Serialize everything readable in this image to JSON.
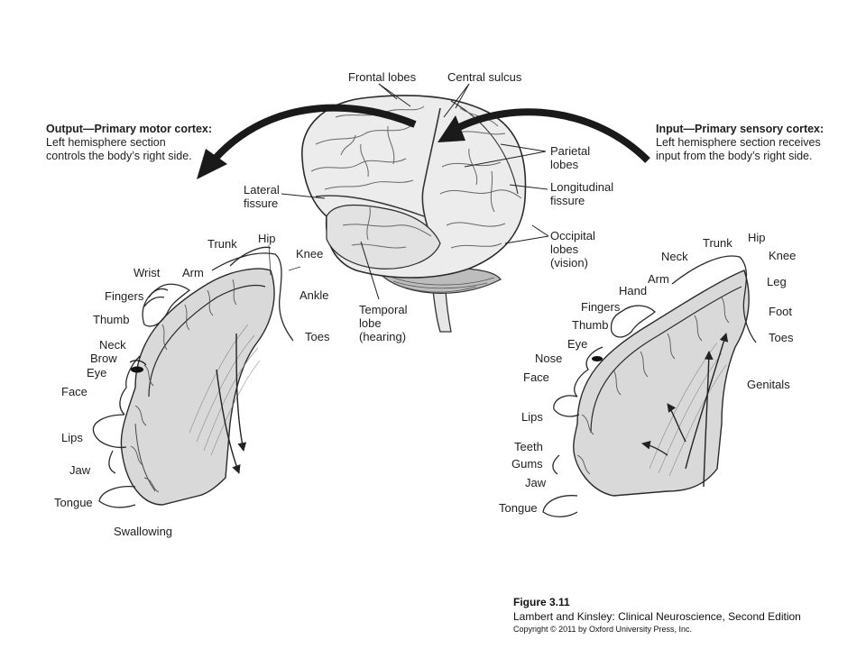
{
  "brain_labels": {
    "frontal_lobes": "Frontal lobes",
    "central_sulcus": "Central sulcus",
    "parietal_lobes": [
      "Parietal",
      "lobes"
    ],
    "longitudinal_fissure": [
      "Longitudinal",
      "fissure"
    ],
    "occipital_lobes": [
      "Occipital",
      "lobes",
      "(vision)"
    ],
    "lateral_fissure": [
      "Lateral",
      "fissure"
    ],
    "temporal_lobe": [
      "Temporal",
      "lobe",
      "(hearing)"
    ]
  },
  "output_box": {
    "heading": "Output—Primary motor cortex:",
    "line1": "Left hemisphere section",
    "line2": "controls the body’s right side."
  },
  "input_box": {
    "heading": "Input—Primary sensory cortex:",
    "line1": "Left hemisphere section receives",
    "line2": "input from the body’s right side."
  },
  "motor_labels": [
    "Trunk",
    "Hip",
    "Knee",
    "Ankle",
    "Toes",
    "Wrist",
    "Arm",
    "Fingers",
    "Thumb",
    "Neck",
    "Brow",
    "Eye",
    "Face",
    "Lips",
    "Jaw",
    "Tongue",
    "Swallowing"
  ],
  "sensory_labels": [
    "Neck",
    "Trunk",
    "Hip",
    "Knee",
    "Leg",
    "Arm",
    "Hand",
    "Foot",
    "Toes",
    "Fingers",
    "Thumb",
    "Eye",
    "Nose",
    "Face",
    "Genitals",
    "Lips",
    "Teeth",
    "Gums",
    "Jaw",
    "Tongue"
  ],
  "caption": {
    "figure": "Figure 3.11",
    "source": "Lambert and Kinsley: Clinical Neuroscience, Second Edition",
    "copyright": "Copyright © 2011 by Oxford University Press, Inc."
  }
}
